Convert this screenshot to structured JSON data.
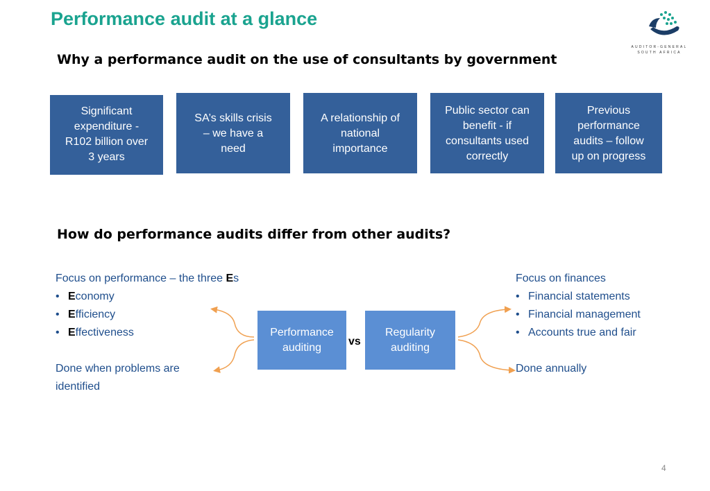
{
  "title": "Performance audit at a glance",
  "logo": {
    "line1": "AUDITOR-GENERAL",
    "line2": "SOUTH AFRICA",
    "color": "#1aa38f"
  },
  "section1": {
    "heading": "Why a performance audit on the use of consultants by government",
    "boxes": [
      [
        "Significant",
        "expenditure -",
        "R102 billion over",
        "3 years"
      ],
      [
        "SA’s skills crisis",
        "– we have a",
        "need"
      ],
      [
        "A relationship of",
        "national",
        "importance"
      ],
      [
        "Public sector can",
        "benefit - if",
        "consultants used",
        "correctly"
      ],
      [
        "Previous",
        "performance",
        "audits – follow",
        "up on progress"
      ]
    ]
  },
  "section2": {
    "heading": "How do performance audits differ from other audits?",
    "left": {
      "focus_prefix": "Focus on performance – the three ",
      "focus_bold": "E",
      "focus_suffix": "s",
      "items": [
        {
          "bold": "E",
          "rest": "conomy"
        },
        {
          "bold": "E",
          "rest": "fficiency"
        },
        {
          "bold": "E",
          "rest": "ffectiveness"
        }
      ],
      "done_line1": "Done when problems are",
      "done_line2": "identified"
    },
    "performance_box": [
      "Performance",
      "auditing"
    ],
    "vs": "vs",
    "regularity_box": [
      "Regularity",
      "auditing"
    ],
    "right": {
      "focus": "Focus on finances",
      "items": [
        "Financial statements",
        "Financial management",
        "Accounts true and fair"
      ],
      "done": "Done annually"
    },
    "bullet": "•"
  },
  "page_number": "4",
  "colors": {
    "title": "#1aa38f",
    "box": "#34609a",
    "audit_box": "#5b8fd4",
    "arrow": "#f0a050",
    "text": "#1f4e8c"
  }
}
